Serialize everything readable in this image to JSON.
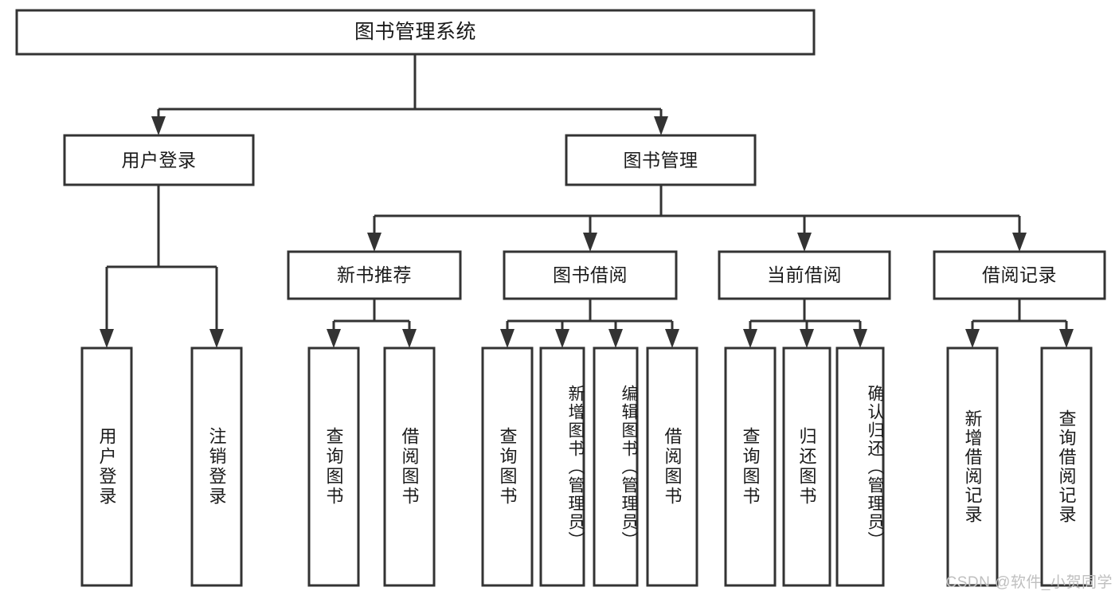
{
  "diagram": {
    "type": "hierarchy-tree",
    "title": "图书管理系统",
    "watermark": "CSDN @软件_小贺同学",
    "colors": {
      "box_stroke": "#333333",
      "box_fill": "#ffffff",
      "text": "#1a1a1a",
      "watermark": "#bfbfbf",
      "background": "#ffffff"
    },
    "nodes": {
      "root": {
        "label": "图书管理系统",
        "level": 0,
        "orientation": "horizontal"
      },
      "user_login": {
        "label": "用户登录",
        "level": 1,
        "orientation": "horizontal"
      },
      "book_manage": {
        "label": "图书管理",
        "level": 1,
        "orientation": "horizontal"
      },
      "new_book_rec": {
        "label": "新书推荐",
        "level": 2,
        "orientation": "horizontal"
      },
      "book_borrow": {
        "label": "图书借阅",
        "level": 2,
        "orientation": "horizontal"
      },
      "current_borrow": {
        "label": "当前借阅",
        "level": 2,
        "orientation": "horizontal"
      },
      "borrow_record": {
        "label": "借阅记录",
        "level": 2,
        "orientation": "horizontal"
      },
      "leaf_user_login": {
        "label": "用户登录",
        "level": 3,
        "orientation": "vertical"
      },
      "leaf_logout": {
        "label": "注销登录",
        "level": 3,
        "orientation": "vertical"
      },
      "leaf_query_book_1": {
        "label": "查询图书",
        "level": 3,
        "orientation": "vertical"
      },
      "leaf_borrow_book_1": {
        "label": "借阅图书",
        "level": 3,
        "orientation": "vertical"
      },
      "leaf_query_book_2": {
        "label": "查询图书",
        "level": 3,
        "orientation": "vertical"
      },
      "leaf_add_book": {
        "label": "新增图书（管理员）",
        "level": 3,
        "orientation": "vertical"
      },
      "leaf_edit_book": {
        "label": "编辑图书（管理员）",
        "level": 3,
        "orientation": "vertical"
      },
      "leaf_borrow_book_2": {
        "label": "借阅图书",
        "level": 3,
        "orientation": "vertical"
      },
      "leaf_query_book_3": {
        "label": "查询图书",
        "level": 3,
        "orientation": "vertical"
      },
      "leaf_return_book": {
        "label": "归还图书",
        "level": 3,
        "orientation": "vertical"
      },
      "leaf_confirm_return": {
        "label": "确认归还（管理员）",
        "level": 3,
        "orientation": "vertical"
      },
      "leaf_add_record": {
        "label": "新增借阅记录",
        "level": 3,
        "orientation": "vertical"
      },
      "leaf_query_record": {
        "label": "查询借阅记录",
        "level": 3,
        "orientation": "vertical"
      }
    },
    "edges": [
      {
        "from": "root",
        "to": "user_login"
      },
      {
        "from": "root",
        "to": "book_manage"
      },
      {
        "from": "user_login",
        "to": "leaf_user_login"
      },
      {
        "from": "user_login",
        "to": "leaf_logout"
      },
      {
        "from": "book_manage",
        "to": "new_book_rec"
      },
      {
        "from": "book_manage",
        "to": "book_borrow"
      },
      {
        "from": "book_manage",
        "to": "current_borrow"
      },
      {
        "from": "book_manage",
        "to": "borrow_record"
      },
      {
        "from": "new_book_rec",
        "to": "leaf_query_book_1"
      },
      {
        "from": "new_book_rec",
        "to": "leaf_borrow_book_1"
      },
      {
        "from": "book_borrow",
        "to": "leaf_query_book_2"
      },
      {
        "from": "book_borrow",
        "to": "leaf_add_book"
      },
      {
        "from": "book_borrow",
        "to": "leaf_edit_book"
      },
      {
        "from": "book_borrow",
        "to": "leaf_borrow_book_2"
      },
      {
        "from": "current_borrow",
        "to": "leaf_query_book_3"
      },
      {
        "from": "current_borrow",
        "to": "leaf_return_book"
      },
      {
        "from": "current_borrow",
        "to": "leaf_confirm_return"
      },
      {
        "from": "borrow_record",
        "to": "leaf_add_record"
      },
      {
        "from": "borrow_record",
        "to": "leaf_query_record"
      }
    ]
  }
}
